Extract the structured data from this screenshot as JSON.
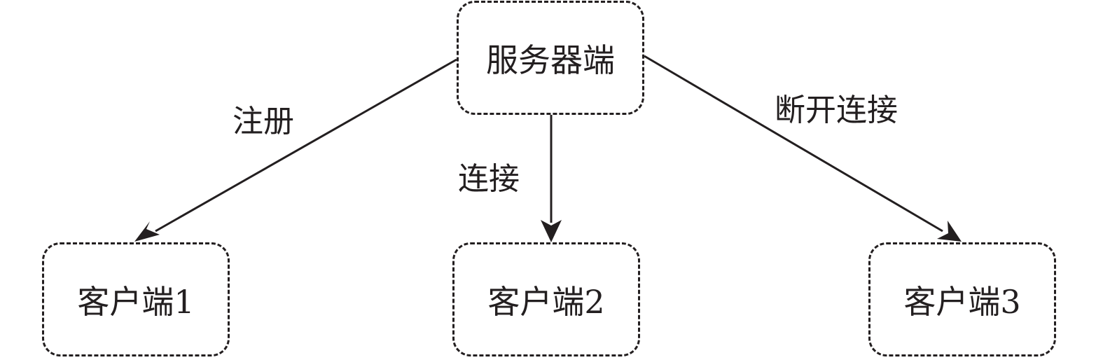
{
  "diagram": {
    "nodes": {
      "server": "服务器端",
      "client1": "客户端1",
      "client2": "客户端2",
      "client3": "客户端3"
    },
    "edges": {
      "register": "注册",
      "connect": "连接",
      "disconnect": "断开连接"
    }
  },
  "colors": {
    "stroke": "#231f20",
    "text": "#231f20",
    "background": "#ffffff"
  }
}
